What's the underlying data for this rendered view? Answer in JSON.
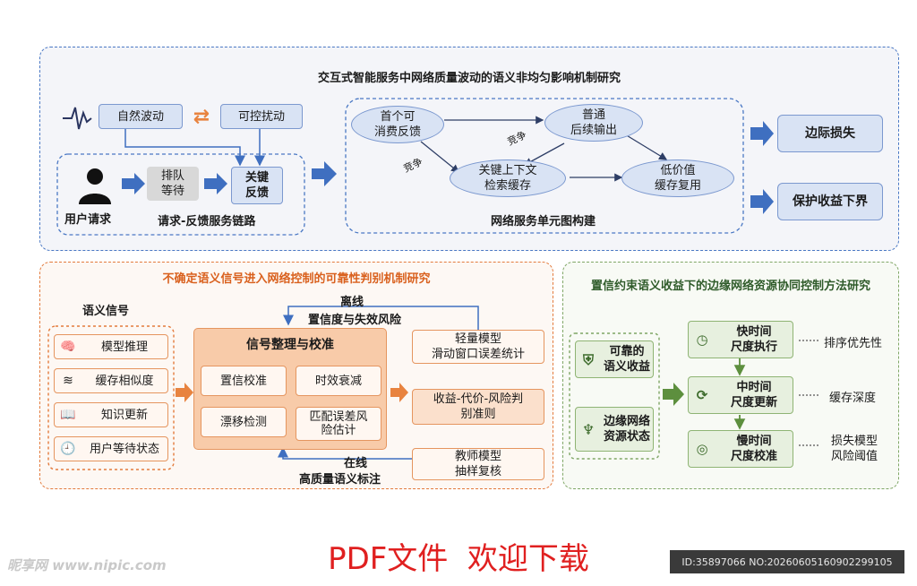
{
  "top": {
    "title": "交互式智能服务中网络质量波动的语义非均匀影响机制研究",
    "natural_fluctuation": "自然波动",
    "controlled_disturbance": "可控扰动",
    "user_request": "用户请求",
    "queue_wait": "排队\n等待",
    "key_feedback": "关键\n反馈",
    "chain_label": "请求-反馈服务链路",
    "first_feedback": "首个可\n消费反馈",
    "normal_output": "普通\n后续输出",
    "key_context": "关键上下文\n检索缓存",
    "low_value_cache": "低价值\n缓存复用",
    "compete_1": "竞争",
    "compete_2": "竞争",
    "graph_label": "网络服务单元图构建",
    "marginal_loss": "边际损失",
    "protect_lower_bound": "保护收益下界"
  },
  "left": {
    "title": "不确定语义信号进入网络控制的可靠性判别机制研究",
    "semantic_signal": "语义信号",
    "signals": [
      "模型推理",
      "缓存相似度",
      "知识更新",
      "用户等待状态"
    ],
    "offline": "离线",
    "offline_sub": "置信度与失效风险",
    "organize_title": "信号整理与校准",
    "cells": [
      "置信校准",
      "时效衰减",
      "漂移检测",
      "匹配误差风\n险估计"
    ],
    "light_model": "轻量模型\n滑动窗口误差统计",
    "benefit_rule": "收益-代价-风险判\n别准则",
    "teacher_model": "教师模型\n抽样复核",
    "online": "在线",
    "online_sub": "高质量语义标注"
  },
  "right": {
    "title": "置信约束语义收益下的边缘网络资源协同控制方法研究",
    "reliable_benefit": "可靠的\n语义收益",
    "edge_state": "边缘网络\n资源状态",
    "fast": "快时间\n尺度执行",
    "mid": "中时间\n尺度更新",
    "slow": "慢时间\n尺度校准",
    "fast_note": "排序优先性",
    "mid_note": "缓存深度",
    "slow_note": "损失模型\n风险阈值"
  },
  "footer": {
    "pdf_text": "PDF文件  欢迎下载",
    "watermark_left": "昵享网 www.nipic.com",
    "watermark_right": "ID:35897066 NO:20260605160902299105"
  },
  "colors": {
    "blue_border": "#4a78c4",
    "orange_border": "#e37a3c",
    "green_border": "#7fa665",
    "arrow_blue": "#3f6fc0",
    "arrow_orange": "#e8833f",
    "arrow_green": "#5d8f3e",
    "pdf_red": "#e02020"
  }
}
